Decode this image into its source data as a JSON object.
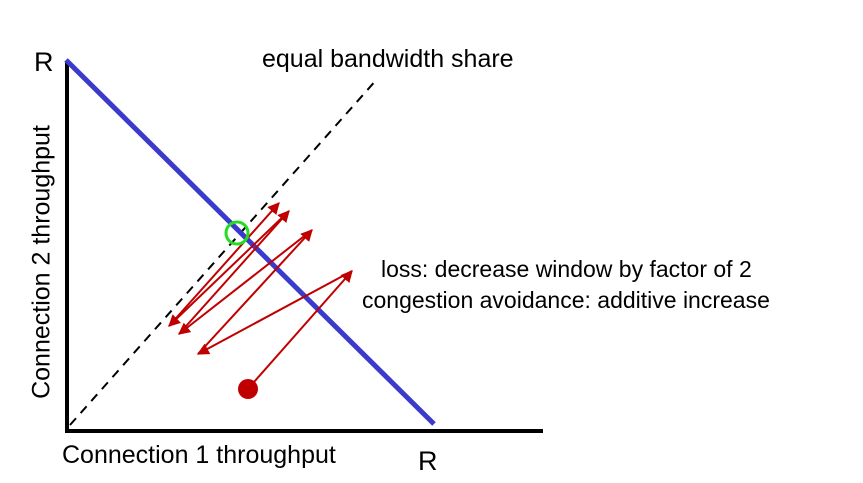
{
  "axes": {
    "x_label": "Connection 1 throughput",
    "y_label": "Connection 2 throughput",
    "x_max_label": "R",
    "y_max_label": "R"
  },
  "annotations": {
    "equal_share": "equal bandwidth share",
    "loss": "loss: decrease window by factor of 2",
    "ca": "congestion avoidance: additive increase"
  },
  "colors": {
    "capacity_line": "#3a3acc",
    "trajectory": "#c00000",
    "fair_point": "#22dd22"
  }
}
